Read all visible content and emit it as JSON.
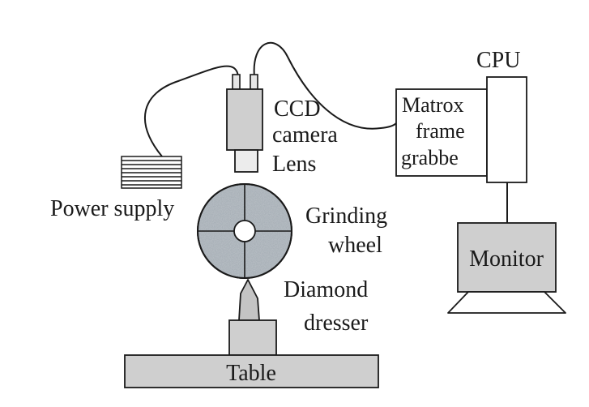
{
  "labels": {
    "power_supply": "Power supply",
    "ccd": "CCD",
    "camera": "camera",
    "lens": "Lens",
    "grinding": "Grinding",
    "wheel": "wheel",
    "diamond": "Diamond",
    "dresser": "dresser",
    "table": "Table",
    "cpu": "CPU",
    "matrox": "Matrox",
    "frame": "frame",
    "grabbe": "grabbe",
    "monitor": "Monitor"
  },
  "colors": {
    "line": "#1a1a1a",
    "component_fill": "#cfcfcf",
    "wheel_fill": "#a9b1b8",
    "background": "#ffffff"
  }
}
